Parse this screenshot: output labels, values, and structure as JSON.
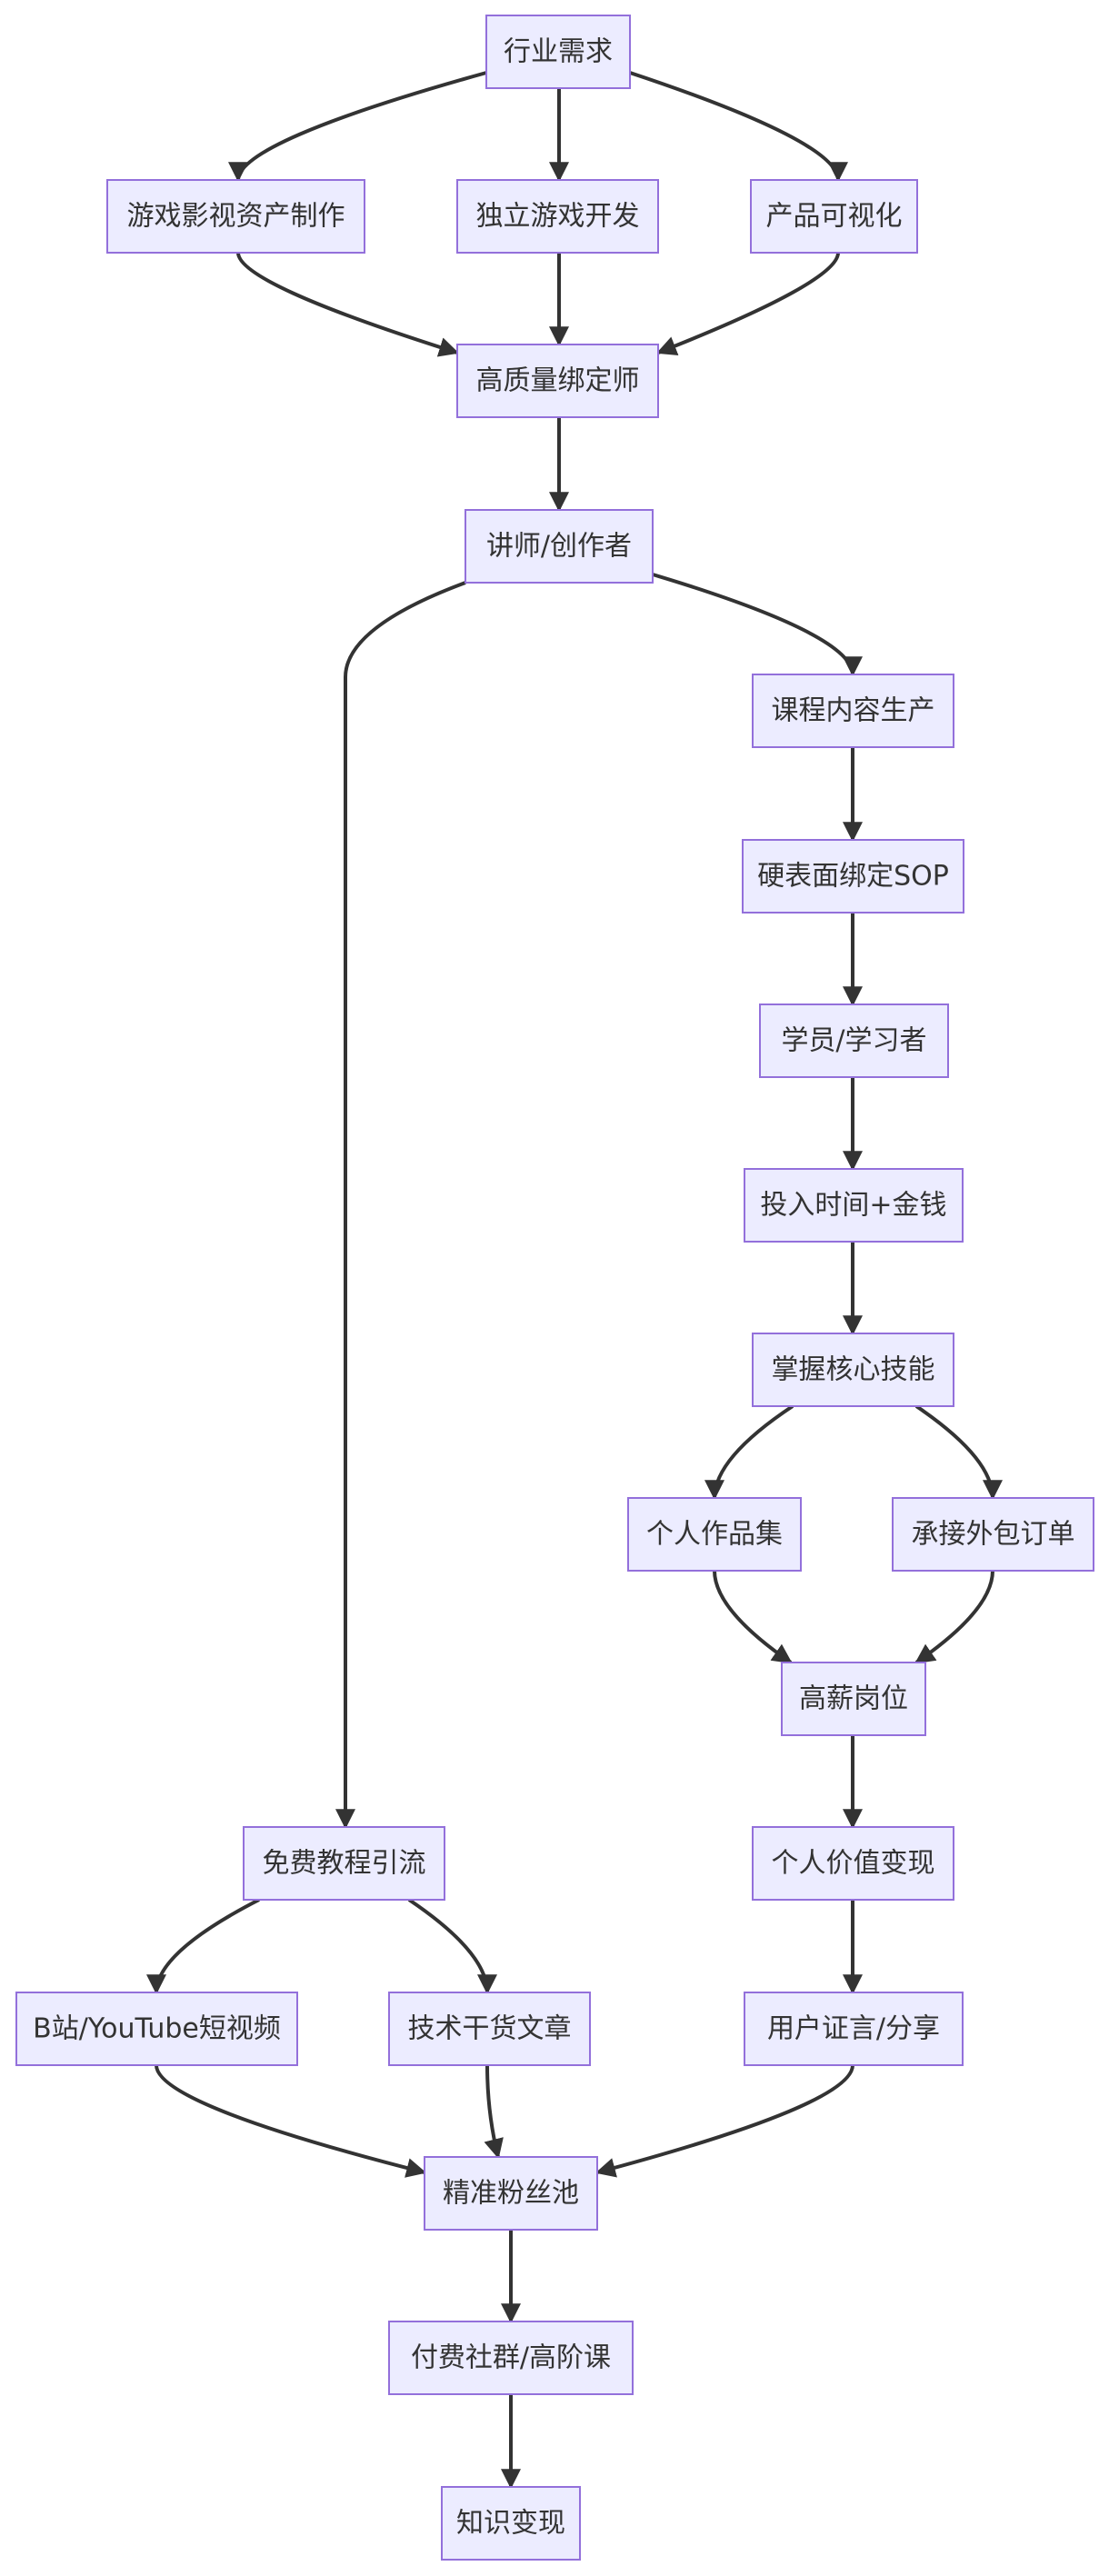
{
  "diagram": {
    "type": "flowchart",
    "colors": {
      "node_fill": "#ECECFF",
      "node_stroke": "#9370DB",
      "edge": "#333333",
      "text": "#333333"
    },
    "nodes": [
      {
        "id": "industry",
        "label": "行业需求"
      },
      {
        "id": "game-film",
        "label": "游戏影视资产制作"
      },
      {
        "id": "indie-game",
        "label": "独立游戏开发"
      },
      {
        "id": "product-viz",
        "label": "产品可视化"
      },
      {
        "id": "binder",
        "label": "高质量绑定师"
      },
      {
        "id": "instructor",
        "label": "讲师/创作者"
      },
      {
        "id": "course",
        "label": "课程内容生产"
      },
      {
        "id": "sop",
        "label": "硬表面绑定SOP"
      },
      {
        "id": "student",
        "label": "学员/学习者"
      },
      {
        "id": "invest",
        "label": "投入时间+金钱"
      },
      {
        "id": "skill",
        "label": "掌握核心技能"
      },
      {
        "id": "portfolio",
        "label": "个人作品集"
      },
      {
        "id": "outsource",
        "label": "承接外包订单"
      },
      {
        "id": "high-salary",
        "label": "高薪岗位"
      },
      {
        "id": "personal-value",
        "label": "个人价值变现"
      },
      {
        "id": "testimonial",
        "label": "用户证言/分享"
      },
      {
        "id": "free-tutorial",
        "label": "免费教程引流"
      },
      {
        "id": "video",
        "label": "B站/YouTube短视频"
      },
      {
        "id": "article",
        "label": "技术干货文章"
      },
      {
        "id": "fans",
        "label": "精准粉丝池"
      },
      {
        "id": "paid",
        "label": "付费社群/高阶课"
      },
      {
        "id": "knowledge",
        "label": "知识变现"
      }
    ],
    "edges": [
      {
        "from": "industry",
        "to": "game-film"
      },
      {
        "from": "industry",
        "to": "indie-game"
      },
      {
        "from": "industry",
        "to": "product-viz"
      },
      {
        "from": "game-film",
        "to": "binder"
      },
      {
        "from": "indie-game",
        "to": "binder"
      },
      {
        "from": "product-viz",
        "to": "binder"
      },
      {
        "from": "binder",
        "to": "instructor"
      },
      {
        "from": "instructor",
        "to": "course"
      },
      {
        "from": "instructor",
        "to": "free-tutorial"
      },
      {
        "from": "course",
        "to": "sop"
      },
      {
        "from": "sop",
        "to": "student"
      },
      {
        "from": "student",
        "to": "invest"
      },
      {
        "from": "invest",
        "to": "skill"
      },
      {
        "from": "skill",
        "to": "portfolio"
      },
      {
        "from": "skill",
        "to": "outsource"
      },
      {
        "from": "portfolio",
        "to": "high-salary"
      },
      {
        "from": "outsource",
        "to": "high-salary"
      },
      {
        "from": "high-salary",
        "to": "personal-value"
      },
      {
        "from": "personal-value",
        "to": "testimonial"
      },
      {
        "from": "free-tutorial",
        "to": "video"
      },
      {
        "from": "free-tutorial",
        "to": "article"
      },
      {
        "from": "video",
        "to": "fans"
      },
      {
        "from": "article",
        "to": "fans"
      },
      {
        "from": "testimonial",
        "to": "fans"
      },
      {
        "from": "fans",
        "to": "paid"
      },
      {
        "from": "paid",
        "to": "knowledge"
      }
    ]
  }
}
